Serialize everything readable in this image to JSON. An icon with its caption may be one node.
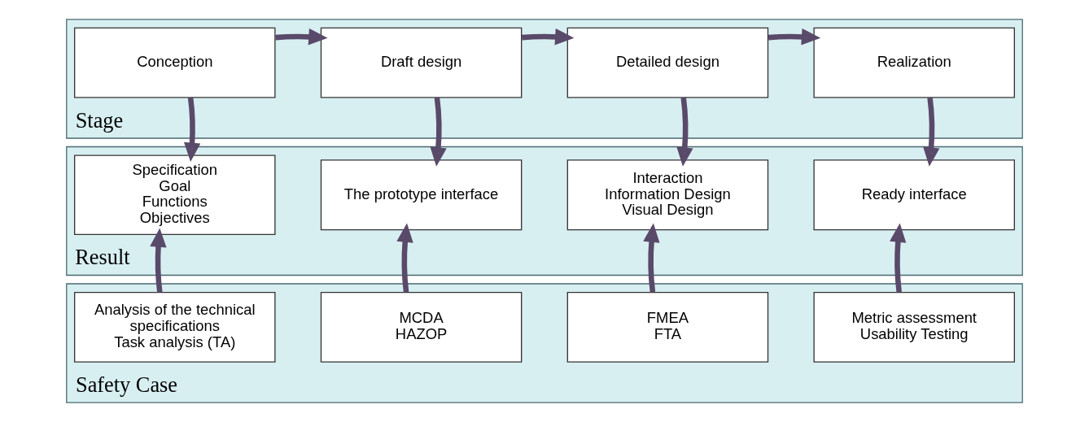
{
  "diagram": {
    "nodes": [
      {
        "text": [
          "Stage"
        ]
      },
      {
        "text": [
          "Conception"
        ],
        "in": 0
      },
      {
        "text": [
          "Draft design"
        ],
        "in": 0
      },
      {
        "text": [
          "Detailed design"
        ],
        "in": 0
      },
      {
        "text": [
          "Realization"
        ],
        "in": 0
      },
      {
        "text": [
          "Result"
        ]
      },
      {
        "text": [
          "Specification",
          "Goal",
          "Functions",
          "Objectives"
        ],
        "in": 5
      },
      {
        "text": [
          "The prototype interface"
        ],
        "in": 5
      },
      {
        "text": [
          "Interaction",
          "Information Design",
          "Visual Design"
        ],
        "in": 5
      },
      {
        "text": [
          "Ready interface"
        ],
        "in": 5
      },
      {
        "text": [
          "Safety Case"
        ]
      },
      {
        "text": [
          "Analysis of the technical specifications",
          "Task analysis (TA)"
        ],
        "in": 10
      },
      {
        "text": [
          "MCDA",
          "HAZOP"
        ],
        "in": 10
      },
      {
        "text": [
          "FMEA",
          "FTA"
        ],
        "in": 10
      },
      {
        "text": [
          "Metric assessment",
          "Usability Testing"
        ],
        "in": 10
      }
    ],
    "edges": [
      {
        "from": 1,
        "to": 2,
        "arrow": "to"
      },
      {
        "from": 2,
        "to": 3,
        "arrow": "to"
      },
      {
        "from": 3,
        "to": 4,
        "arrow": "to"
      },
      {
        "from": 1,
        "to": 6,
        "arrow": "to"
      },
      {
        "from": 2,
        "to": 7,
        "arrow": "to"
      },
      {
        "from": 3,
        "to": 8,
        "arrow": "to"
      },
      {
        "from": 4,
        "to": 9,
        "arrow": "to"
      },
      {
        "from": 11,
        "to": 6,
        "arrow": "to"
      },
      {
        "from": 12,
        "to": 7,
        "arrow": "to"
      },
      {
        "from": 13,
        "to": 8,
        "arrow": "to"
      },
      {
        "from": 14,
        "to": 9,
        "arrow": "to"
      }
    ]
  }
}
